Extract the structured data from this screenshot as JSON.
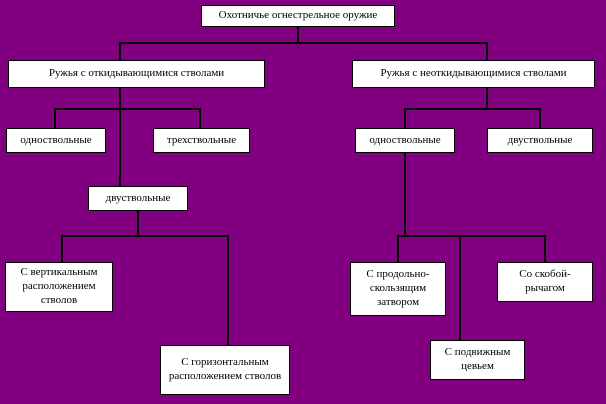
{
  "diagram_title": "Охотничье огнестрельное оружие",
  "nodes": {
    "root": "Охотничье огнестрельное оружие",
    "left_branch": "Ружья с откидывающимися стволами",
    "right_branch": "Ружья с неоткидывающимися стволами",
    "left_single": "одноствольные",
    "left_triple": "трехствольные",
    "left_double": "двуствольные",
    "left_vertical": "С вертикальным расположением стволов",
    "left_horizontal": "С горизонтальным расположением стволов",
    "right_single": "одноствольные",
    "right_double": "двуствольные",
    "right_bolt": "С продольно-скользящим затвором",
    "right_lever": "Со скобой-рычагом",
    "right_pump": "С подвижным цевьем"
  },
  "hierarchy": {
    "label": "Охотничье огнестрельное оружие",
    "children": [
      {
        "label": "Ружья с откидывающимися стволами",
        "children": [
          {
            "label": "одноствольные"
          },
          {
            "label": "трехствольные"
          },
          {
            "label": "двуствольные",
            "children": [
              {
                "label": "С вертикальным расположением стволов"
              },
              {
                "label": "С горизонтальным расположением стволов"
              }
            ]
          }
        ]
      },
      {
        "label": "Ружья с неоткидывающимися стволами",
        "children": [
          {
            "label": "одноствольные",
            "children": [
              {
                "label": "С продольно-скользящим затвором"
              },
              {
                "label": "Со скобой-рычагом"
              },
              {
                "label": "С подвижным цевьем"
              }
            ]
          },
          {
            "label": "двуствольные"
          }
        ]
      }
    ]
  },
  "colors": {
    "background": "#800080",
    "box_fill": "#ffffff",
    "box_border": "#000000",
    "connector": "#000000",
    "text": "#000000"
  }
}
